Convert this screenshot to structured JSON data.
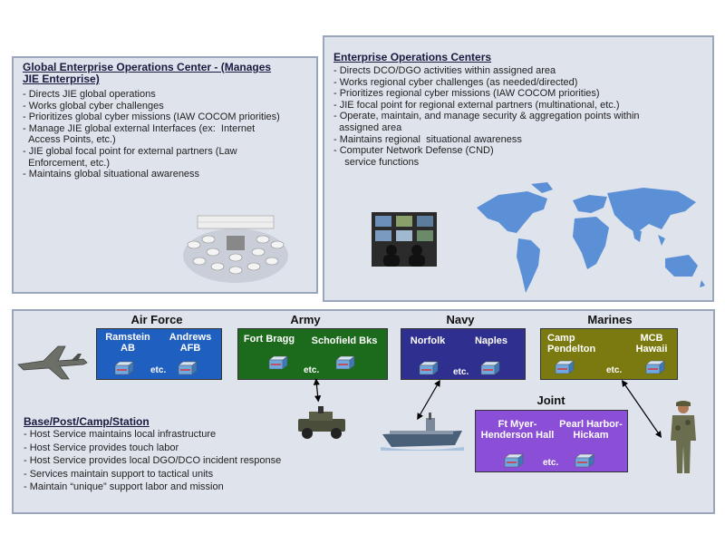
{
  "gemc": {
    "title_lines": [
      "Global Enterprise Operations Center - (Manages",
      "JIE Enterprise)"
    ],
    "bullets": [
      "- Directs JIE global operations",
      "- Works global cyber challenges",
      "- Prioritizes global cyber missions (IAW COCOM priorities)",
      "- Manage JIE global external Interfaces (ex:  Internet",
      "  Access Points, etc.)",
      "- JIE global focal point for external partners (Law",
      "  Enforcement, etc.)",
      "- Maintains global situational awareness"
    ]
  },
  "eoc": {
    "title": "Enterprise Operations Centers",
    "bullets": [
      "- Directs DCO/DGO activities within assigned area",
      "- Works regional cyber challenges (as needed/directed)",
      "- Prioritizes regional cyber missions (IAW COCOM priorities)",
      "- JIE focal point for regional external partners (multinational, etc.)",
      "- Operate, maintain, and manage security & aggregation points within",
      "  assigned area",
      "- Maintains regional  situational awareness",
      "- Computer Network Defense (CND)",
      "    service functions"
    ]
  },
  "services": {
    "air_force": {
      "name": "Air Force",
      "site1": [
        "Ramstein",
        "AB"
      ],
      "site2": [
        "Andrews",
        "AFB"
      ],
      "etc": "etc.",
      "color": "#1f5fbf"
    },
    "army": {
      "name": "Army",
      "site1": [
        "Fort Bragg"
      ],
      "site2": [
        "Schofield Bks"
      ],
      "etc": "etc.",
      "color": "#1c6b1c"
    },
    "navy": {
      "name": "Navy",
      "site1": [
        "Norfolk"
      ],
      "site2": [
        "Naples"
      ],
      "etc": "etc.",
      "color": "#2f2f8f"
    },
    "marines": {
      "name": "Marines",
      "site1": [
        "Camp",
        "Pendelton"
      ],
      "site2": [
        "MCB",
        "Hawaii"
      ],
      "etc": "etc.",
      "color": "#7a7a10"
    },
    "joint": {
      "name": "Joint",
      "site1": [
        "Ft Myer-",
        "Henderson Hall"
      ],
      "site2": [
        "Pearl Harbor-",
        "Hickam"
      ],
      "etc": "etc.",
      "color": "#8a4fd6"
    }
  },
  "base": {
    "title": "Base/Post/Camp/Station",
    "bullets": [
      "- Host Service maintains local infrastructure",
      "- Host Service provides touch labor",
      "- Host Service provides local DGO/DCO incident response",
      "- Services maintain support to tactical units",
      "- Maintain “unique” support labor and mission"
    ]
  },
  "icons": [
    "fighter-jet-icon",
    "humvee-icon",
    "aircraft-carrier-icon",
    "soldier-icon",
    "world-map-icon",
    "operators-screen-icon",
    "operations-center-icon",
    "network-node-icon"
  ]
}
